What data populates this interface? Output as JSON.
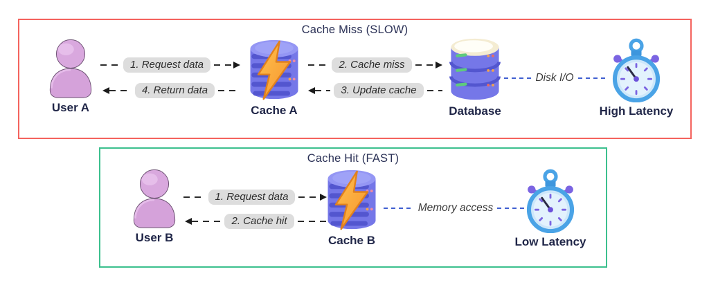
{
  "colors": {
    "miss_border": "#f4635e",
    "hit_border": "#3cc08e",
    "title_text": "#2b3156",
    "node_label_text": "#1f2547",
    "pill_bg": "#dddddd",
    "arrow_dash": "#2b2b2b",
    "blue_dash": "#3f5fd0",
    "cache_body": "#7577e8",
    "bolt_orange": "#f6952f",
    "user_pink": "#d5a2da",
    "stopwatch_blue": "#4aa3e6",
    "stopwatch_purple": "#7b64e2"
  },
  "panels": [
    {
      "title": "Cache Miss (SLOW)",
      "border_color": "#f4635e",
      "nodes": {
        "user": {
          "label": "User A",
          "icon": "user-icon"
        },
        "cache": {
          "label": "Cache A",
          "icon": "cache-database-icon"
        },
        "database": {
          "label": "Database",
          "icon": "database-icon"
        },
        "latency": {
          "label": "High Latency",
          "icon": "stopwatch-icon"
        }
      },
      "arrows": [
        {
          "label": "1. Request data",
          "direction": "right"
        },
        {
          "label": "4. Return data",
          "direction": "left"
        },
        {
          "label": "2. Cache miss",
          "direction": "right"
        },
        {
          "label": "3. Update cache",
          "direction": "left"
        }
      ],
      "connector": {
        "label": "Disk I/O"
      }
    },
    {
      "title": "Cache Hit (FAST)",
      "border_color": "#3cc08e",
      "nodes": {
        "user": {
          "label": "User B",
          "icon": "user-icon"
        },
        "cache": {
          "label": "Cache B",
          "icon": "cache-database-icon"
        },
        "latency": {
          "label": "Low Latency",
          "icon": "stopwatch-icon"
        }
      },
      "arrows": [
        {
          "label": "1. Request data",
          "direction": "right"
        },
        {
          "label": "2. Cache hit",
          "direction": "left"
        }
      ],
      "connector": {
        "label": "Memory access"
      }
    }
  ]
}
